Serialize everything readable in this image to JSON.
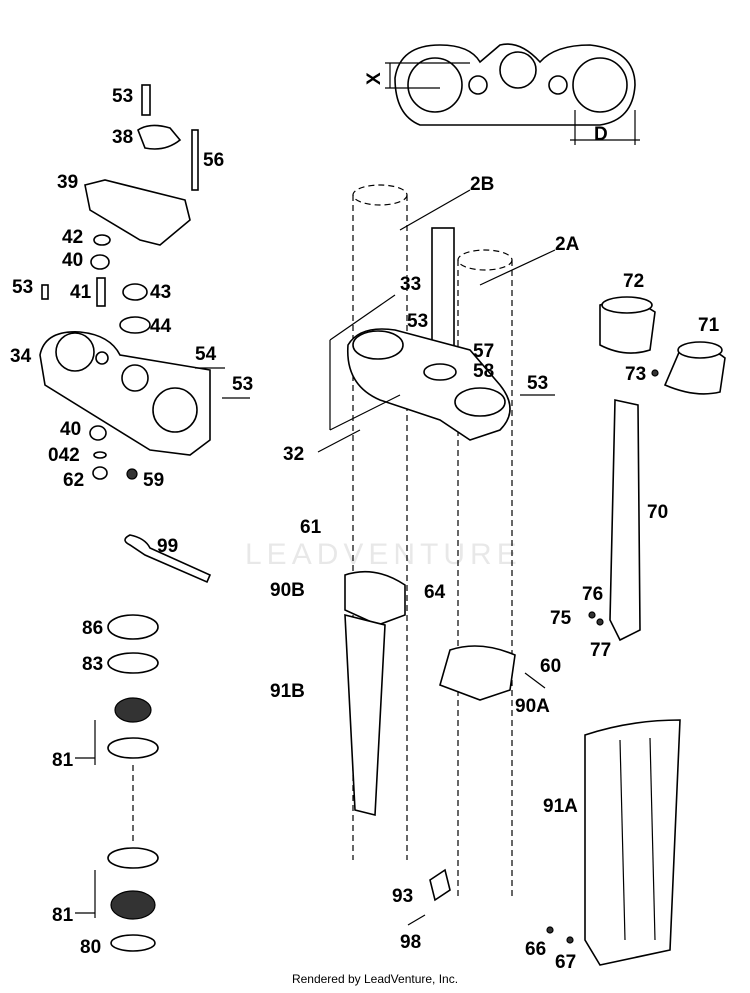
{
  "diagram": {
    "dimension_labels": [
      "X",
      "D"
    ],
    "callouts": [
      "53",
      "38",
      "56",
      "39",
      "42",
      "40",
      "41",
      "43",
      "44",
      "34",
      "54",
      "53",
      "40",
      "042",
      "62",
      "59",
      "53",
      "2B",
      "2A",
      "33",
      "53",
      "57",
      "58",
      "53",
      "32",
      "72",
      "71",
      "73",
      "70",
      "61",
      "99",
      "90B",
      "64",
      "60",
      "90A",
      "86",
      "83",
      "91B",
      "76",
      "75",
      "77",
      "81",
      "91A",
      "93",
      "81",
      "98",
      "80",
      "66",
      "67"
    ]
  },
  "watermark": "LEADVENTURE",
  "footer": "Rendered by LeadVenture, Inc."
}
